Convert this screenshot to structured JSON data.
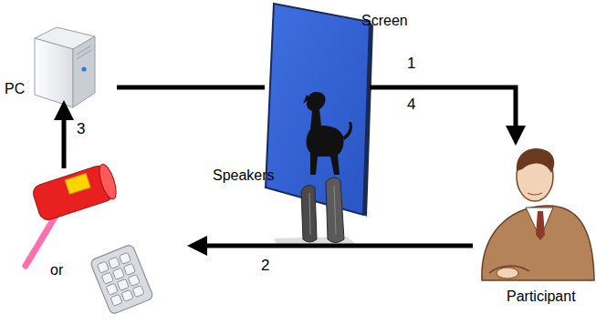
{
  "diagram": {
    "nodes": [
      {
        "text": [
          "PC"
        ]
      },
      {
        "text": [
          "Screen"
        ]
      },
      {
        "text": [
          "Speakers"
        ]
      },
      {
        "text": [
          "Participant"
        ]
      },
      {
        "text": [
          "or"
        ]
      }
    ],
    "edges": [
      {
        "from": 0,
        "to": 1,
        "arrow": "none"
      },
      {
        "from": 1,
        "to": 3,
        "arrow": "to"
      },
      {
        "from": 3,
        "to": 4,
        "label": "2",
        "arrow": "to"
      },
      {
        "from": 4,
        "to": 0,
        "label": "3",
        "arrow": "to"
      }
    ],
    "labels": [
      "1",
      "4"
    ]
  }
}
